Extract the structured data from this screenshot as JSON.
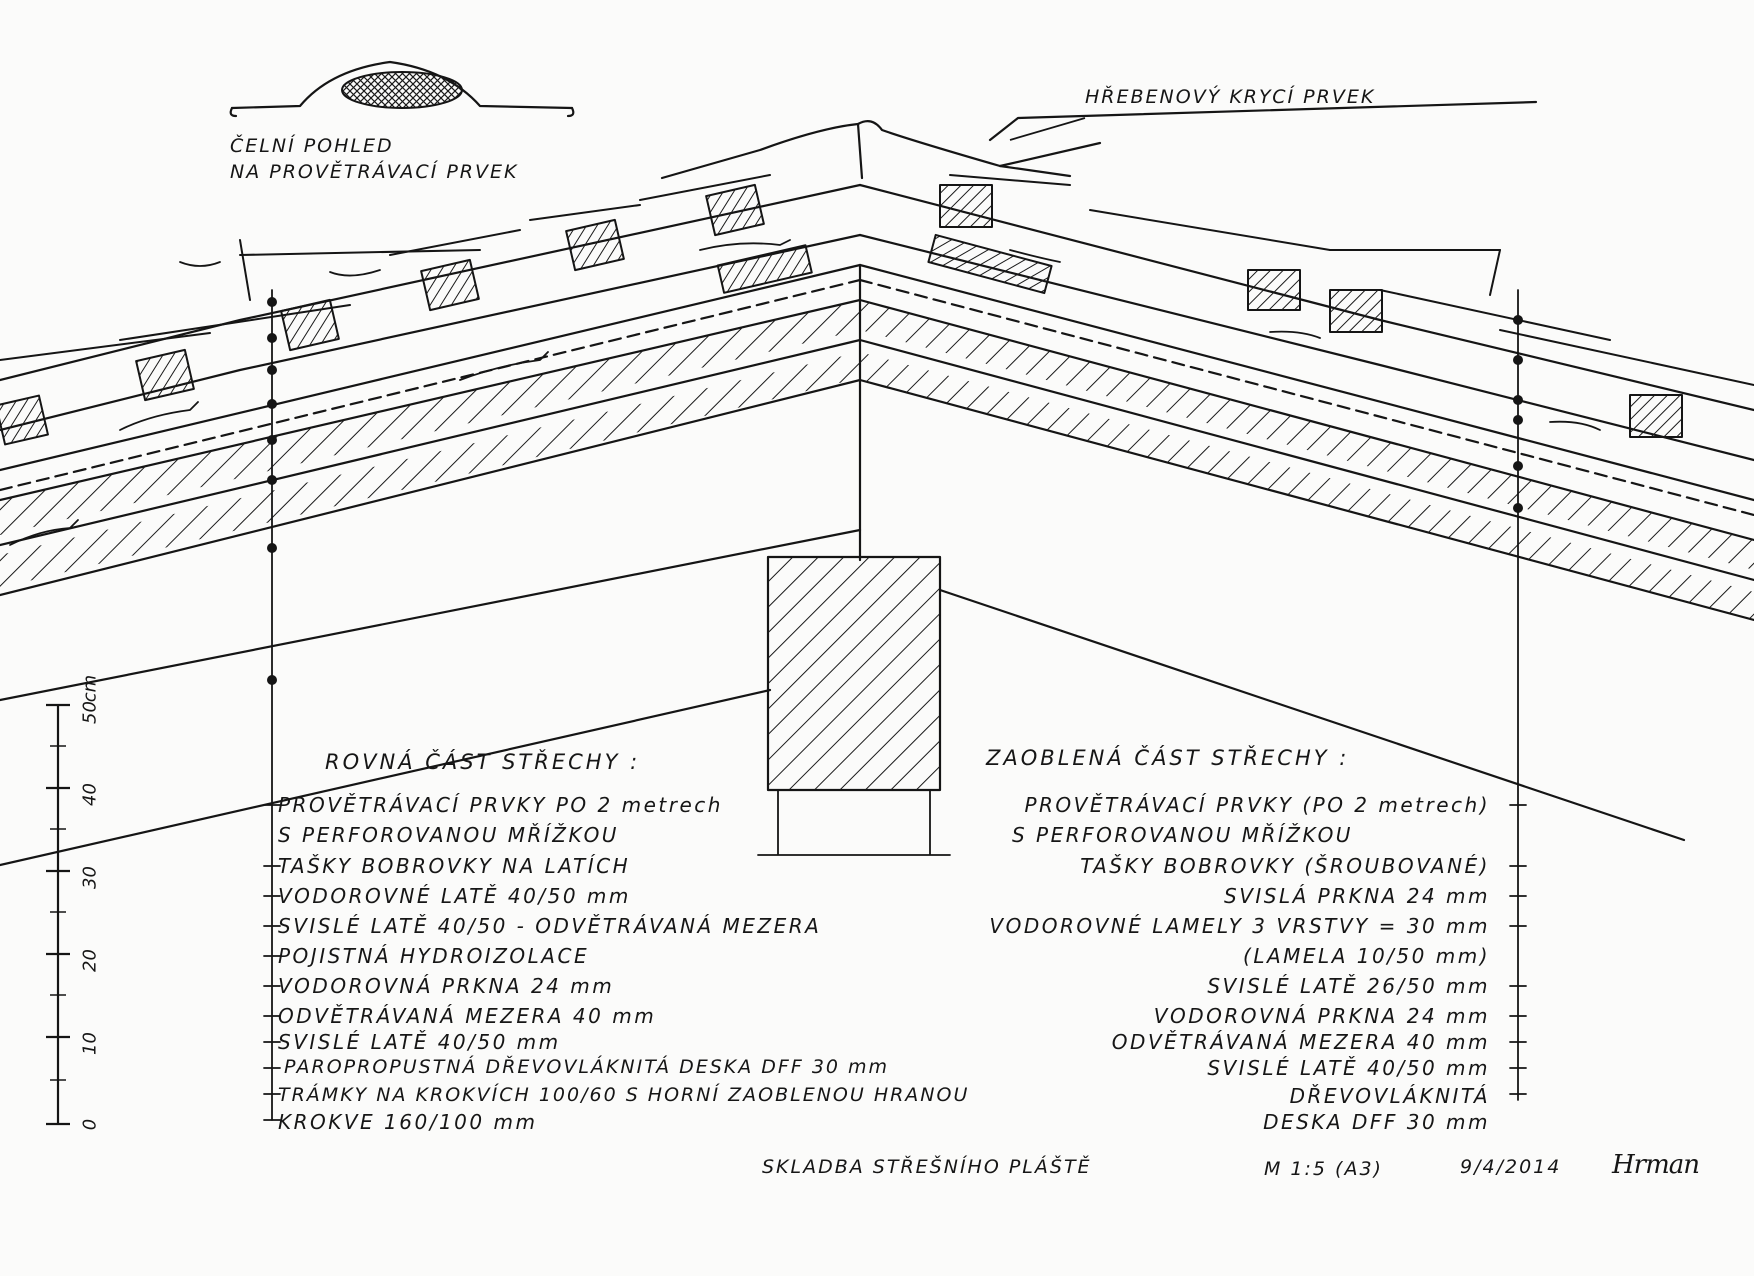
{
  "ridge_cap_label": "HŘEBENOVÝ KRYCÍ PRVEK",
  "front_view_label": {
    "line1": "ČELNÍ POHLED",
    "line2": "NA PROVĚTRÁVACÍ PRVEK"
  },
  "straight_part": {
    "heading": "ROVNÁ ČÁST STŘECHY :",
    "layers": [
      "PROVĚTRÁVACÍ PRVKY PO 2 metrech",
      "S PERFOROVANOU MŘÍŽKOU",
      "TAŠKY BOBROVKY NA LATÍCH",
      "VODOROVNÉ LATĚ 40/50 mm",
      "SVISLÉ LATĚ 40/50 - ODVĚTRÁVANÁ MEZERA",
      "POJISTNÁ HYDROIZOLACE",
      "VODOROVNÁ PRKNA 24 mm",
      "ODVĚTRÁVANÁ MEZERA 40 mm",
      "SVISLÉ LATĚ 40/50 mm",
      "PAROPROPUSTNÁ DŘEVOVLÁKNITÁ DESKA DFF 30 mm",
      "TRÁMKY NA KROKVÍCH 100/60 S HORNÍ ZAOBLENOU HRANOU",
      "KROKVE 160/100 mm"
    ]
  },
  "rounded_part": {
    "heading": "ZAOBLENÁ ČÁST STŘECHY :",
    "layers": [
      "PROVĚTRÁVACÍ PRVKY (PO 2 metrech)",
      "S PERFOROVANOU MŘÍŽKOU",
      "TAŠKY BOBROVKY (ŠROUBOVANÉ)",
      "SVISLÁ PRKNA 24 mm",
      "VODOROVNÉ LAMELY 3 VRSTVY = 30 mm",
      "(LAMELA 10/50 mm)",
      "SVISLÉ LATĚ 26/50 mm",
      "VODOROVNÁ PRKNA 24 mm",
      "ODVĚTRÁVANÁ MEZERA 40 mm",
      "SVISLÉ LATĚ 40/50 mm",
      "DŘEVOVLÁKNITÁ",
      "DESKA DFF 30 mm"
    ]
  },
  "scale_bar": {
    "unit": "cm",
    "ticks": [
      "0",
      "10",
      "20",
      "30",
      "40",
      "50"
    ]
  },
  "footer": {
    "title": "SKLADBA STŘEŠNÍHO PLÁŠTĚ",
    "scale": "M 1:5 (A3)",
    "date": "9/4/2014",
    "signature": "Hrman"
  }
}
